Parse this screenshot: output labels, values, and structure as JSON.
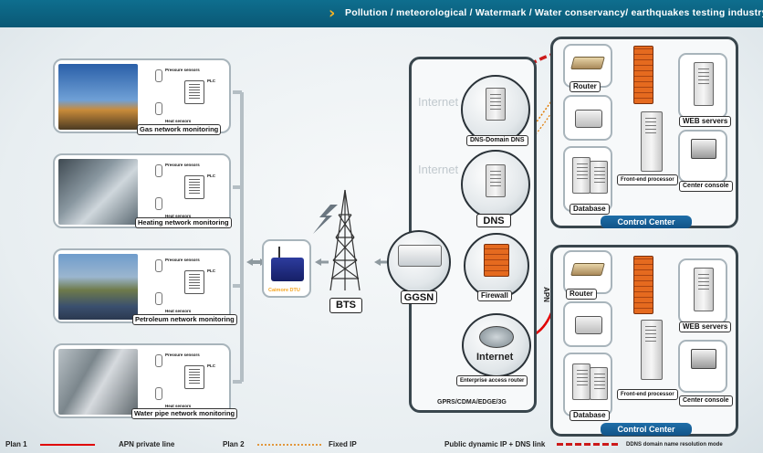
{
  "header": {
    "title": "Pollution / meteorological / Watermark / Water conservancy/ earthquakes testing industry"
  },
  "sites": [
    {
      "name": "Gas network monitoring"
    },
    {
      "name": "Heating network monitoring"
    },
    {
      "name": "Petroleum network monitoring"
    },
    {
      "name": "Water pipe network monitoring"
    }
  ],
  "sensor_labels": {
    "pressure": "Pressure sensors",
    "plc": "PLC",
    "heat": "Heat sensors"
  },
  "dtu": {
    "label": "Caimore DTU"
  },
  "bts": {
    "label": "BTS"
  },
  "carrier": {
    "watermark": "Internet",
    "ggsn": "GGSN",
    "dns_domain": "DNS-Domain DNS",
    "dns": "DNS",
    "firewall": "Firewall",
    "internet": "Internet",
    "router": "Enterprise access router",
    "network_type": "GPRS/CDMA/EDGE/3G",
    "apn": "APN"
  },
  "control_centers": [
    {
      "title": "Control Center",
      "router": "Router",
      "web": "WEB servers",
      "database": "Database",
      "frontend": "Front-end processor",
      "console": "Center console"
    },
    {
      "title": "Control Center",
      "router": "Router",
      "web": "WEB servers",
      "database": "Database",
      "frontend": "Front-end processor",
      "console": "Center console"
    }
  ],
  "legend": {
    "plan1": "Plan 1",
    "plan1_desc": "APN private line",
    "plan2": "Plan 2",
    "plan2_desc": "Fixed IP",
    "plan3": "Public dynamic IP + DNS link",
    "plan3_desc": "DDNS domain name resolution mode"
  },
  "colors": {
    "plan1": "#e00000",
    "plan2": "#e07a00",
    "plan3": "#cc1a1a",
    "header": "#0a5875",
    "accent": "#f5b324"
  }
}
